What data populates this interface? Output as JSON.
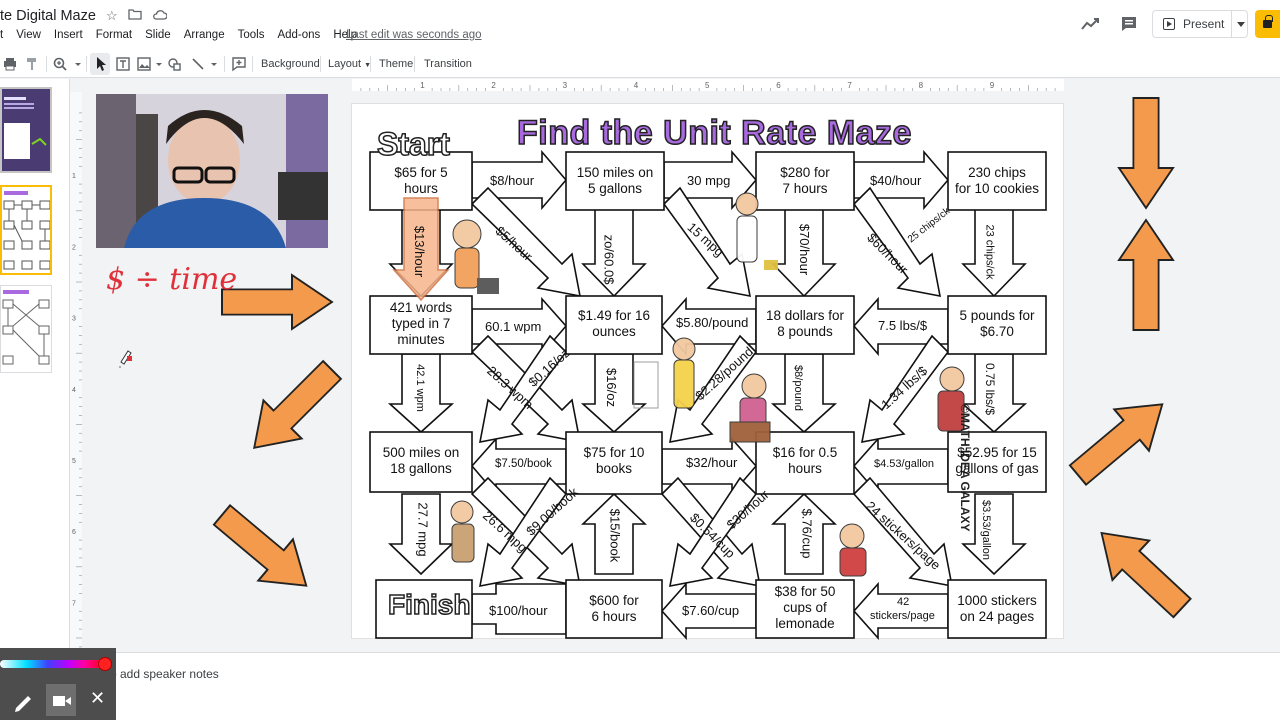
{
  "app": {
    "doc_title": "te Digital Maze",
    "last_edit": "Last edit was seconds ago",
    "present_label": "Present"
  },
  "menu": [
    "t",
    "View",
    "Insert",
    "Format",
    "Slide",
    "Arrange",
    "Tools",
    "Add-ons",
    "Help"
  ],
  "toolbar": {
    "background": "Background",
    "layout": "Layout",
    "theme": "Theme",
    "transition": "Transition"
  },
  "ruler_marks": [
    "1",
    "2",
    "3",
    "4",
    "5",
    "6",
    "7",
    "8",
    "9"
  ],
  "vruler_marks": [
    "1",
    "2",
    "3",
    "4",
    "5",
    "6",
    "7"
  ],
  "slide": {
    "title": "Find the Unit Rate Maze",
    "start": "Start",
    "finish": "Finish",
    "copyright": "©MATH IDEA GALAXY",
    "boxes": [
      [
        "$65 for 5",
        "hours"
      ],
      [
        "150 miles on",
        "5 gallons"
      ],
      [
        "$280 for",
        "7 hours"
      ],
      [
        "230 chips",
        "for 10 cookies"
      ],
      [
        "421 words",
        "typed in 7",
        "minutes"
      ],
      [
        "$1.49 for 16",
        "ounces"
      ],
      [
        "18 dollars for",
        "8 pounds"
      ],
      [
        "5 pounds for",
        "$6.70"
      ],
      [
        "500 miles on",
        "18 gallons"
      ],
      [
        "$75 for 10",
        "books"
      ],
      [
        "$16 for 0.5",
        "hours"
      ],
      [
        "$52.95 for 15",
        "gallons of gas"
      ],
      [
        "$600 for",
        "6 hours"
      ],
      [
        "$38 for 50",
        "cups of",
        "lemonade"
      ],
      [
        "1000 stickers",
        "on 24 pages"
      ]
    ],
    "arrows": [
      "$8/hour",
      "30 mpg",
      "$40/hour",
      "$13/hour",
      "$5/hour",
      "zo/60.0$",
      "15 mpg",
      "$70/hour",
      "$60/hour",
      "25 chips/ck",
      "23 chips/ck",
      "60.1 wpm",
      "$5.80/pound",
      "7.5 lbs/$",
      "42.1 wpm",
      "28.3 wpm",
      "$0.16/oz",
      "$16/oz",
      "$2.28/pound",
      "$8/pound",
      "1.34 lbs/$",
      "0.75 lbs/$",
      "$7.50/book",
      "$32/hour",
      "$4.53/gallon",
      "27.7 mpg",
      "26.6 mpg",
      "$9.00/book",
      "$15/book",
      "$0.54/cup",
      "$30/hour",
      "$.76/cup",
      "24 stickers/page",
      "$3.53/gallon",
      "$100/hour",
      "$7.60/cup",
      "42",
      "stickers/page"
    ]
  },
  "handwriting": "$ ÷ time",
  "notes": "o add speaker notes",
  "colors": {
    "accent_yellow": "#fbbc04",
    "big_arrow": "#f39a4c",
    "title_purple": "#a96ae0",
    "ink_red": "#e0303a"
  },
  "icons": {
    "star": "star-icon",
    "folder": "folder-icon",
    "cloud": "cloud-icon",
    "trend": "activity-trend-icon",
    "comment": "comment-icon",
    "lock": "lock-icon"
  }
}
